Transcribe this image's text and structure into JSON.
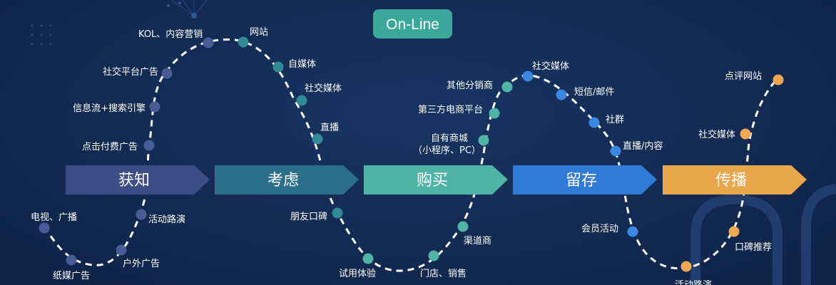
{
  "badge": {
    "label": "On-Line",
    "color": "#3aa89a"
  },
  "stages": [
    {
      "label": "获知",
      "color": "#3d4d86"
    },
    {
      "label": "考虑",
      "color": "#2c6f8a"
    },
    {
      "label": "购买",
      "color": "#4fb3a5"
    },
    {
      "label": "留存",
      "color": "#2f7bd6"
    },
    {
      "label": "传播",
      "color": "#e9a64a"
    }
  ],
  "touchpoints": [
    {
      "label": "电视、广播",
      "group": 0
    },
    {
      "label": "纸媒广告",
      "group": 0
    },
    {
      "label": "户外广告",
      "group": 0
    },
    {
      "label": "活动路演",
      "group": 0
    },
    {
      "label": "点击付费广告",
      "group": 0
    },
    {
      "label": "信息流+搜索引擎",
      "group": 0
    },
    {
      "label": "社交平台广告",
      "group": 0
    },
    {
      "label": "KOL、内容营销",
      "group": 0
    },
    {
      "label": "网站",
      "group": 1
    },
    {
      "label": "自媒体",
      "group": 1
    },
    {
      "label": "社交媒体",
      "group": 1
    },
    {
      "label": "直播",
      "group": 1
    },
    {
      "label": "朋友口碑",
      "group": 1
    },
    {
      "label": "试用体验",
      "group": 2
    },
    {
      "label": "门店、销售",
      "group": 2
    },
    {
      "label": "渠道商",
      "group": 2
    },
    {
      "label": "自有商城",
      "label2": "（小程序、PC）",
      "group": 2
    },
    {
      "label": "第三方电商平台",
      "group": 2
    },
    {
      "label": "其他分销商",
      "group": 2
    },
    {
      "label": "社交媒体",
      "group": 3
    },
    {
      "label": "短信/邮件",
      "group": 3
    },
    {
      "label": "社群",
      "group": 3
    },
    {
      "label": "直播/内容",
      "group": 3
    },
    {
      "label": "会员活动",
      "group": 3
    },
    {
      "label": "活动路演",
      "group": 4
    },
    {
      "label": "口碑推荐",
      "group": 4
    },
    {
      "label": "社交媒体",
      "group": 4
    },
    {
      "label": "点评网站",
      "group": 4
    }
  ]
}
